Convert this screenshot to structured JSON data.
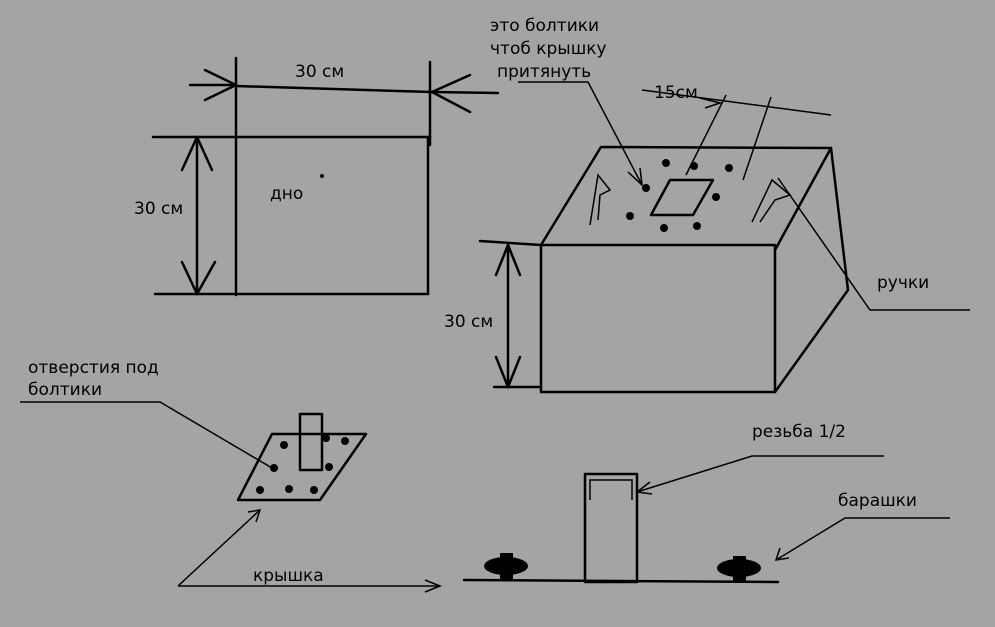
{
  "bottom_view": {
    "width_label": "30 см",
    "height_label": "30 см",
    "center_label": "дно"
  },
  "box_view": {
    "bolts_note": [
      "это болтики",
      "чтоб крышку",
      "притянуть"
    ],
    "handle_spacing_label": "15см",
    "handles_label": "ручки",
    "height_label": "30 см"
  },
  "lid_view": {
    "holes_note": [
      "отверстия под",
      "болтики"
    ],
    "lid_label": "крышка"
  },
  "fittings_view": {
    "thread_label": "резьба 1/2",
    "wingnuts_label": "барашки"
  }
}
